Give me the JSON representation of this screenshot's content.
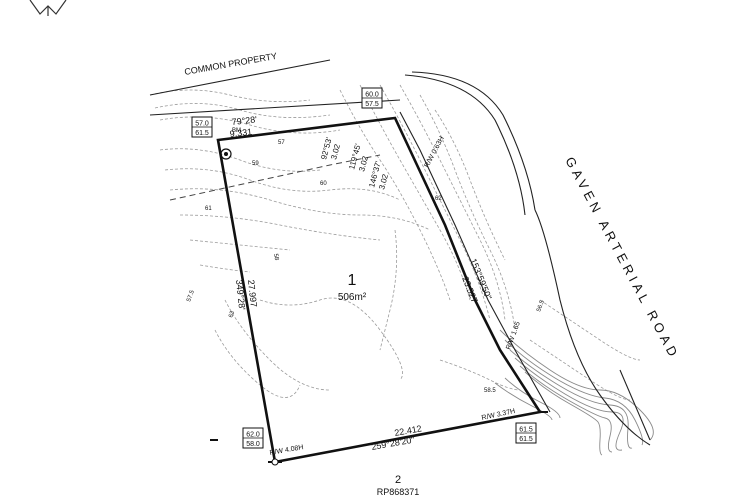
{
  "plan": {
    "common_property": "COMMON PROPERTY",
    "road_name": "GAVEN ARTERIAL ROAD",
    "lot": {
      "number": "1",
      "area": "506m²"
    },
    "adjacent_lot": {
      "number": "2",
      "plan": "RP868371"
    },
    "bearings": {
      "top": "79°28'",
      "top_dist": "9.331",
      "left": "349°28'",
      "left_dist": "27.997",
      "bottom": "259°28'20\"",
      "bottom_dist": "22.412",
      "right": "153°59'50\"",
      "right_dist": "23.527",
      "seg_a": "146°37'",
      "seg_a_dist": "3.02",
      "seg_b": "119°45'",
      "seg_b_dist": "3.02",
      "seg_c": "92°53'",
      "seg_c_dist": "3.02"
    },
    "rw_notes": {
      "right": "R/W 0.63H",
      "right2": "R/W 1.65",
      "bottom_left": "R/W 4.08H",
      "bottom_right": "R/W 3.37H"
    },
    "levels": {
      "tl": [
        "57.0",
        "61.5"
      ],
      "top": [
        "60.0",
        "57.5"
      ],
      "bl": [
        "62.0",
        "58.0"
      ],
      "br": [
        "61.5",
        "61.5"
      ]
    },
    "bm_label": "BM",
    "contour_labels": [
      "57.5",
      "58",
      "59",
      "60",
      "61",
      "62",
      "63",
      "56.5",
      "57",
      "58.5"
    ]
  }
}
